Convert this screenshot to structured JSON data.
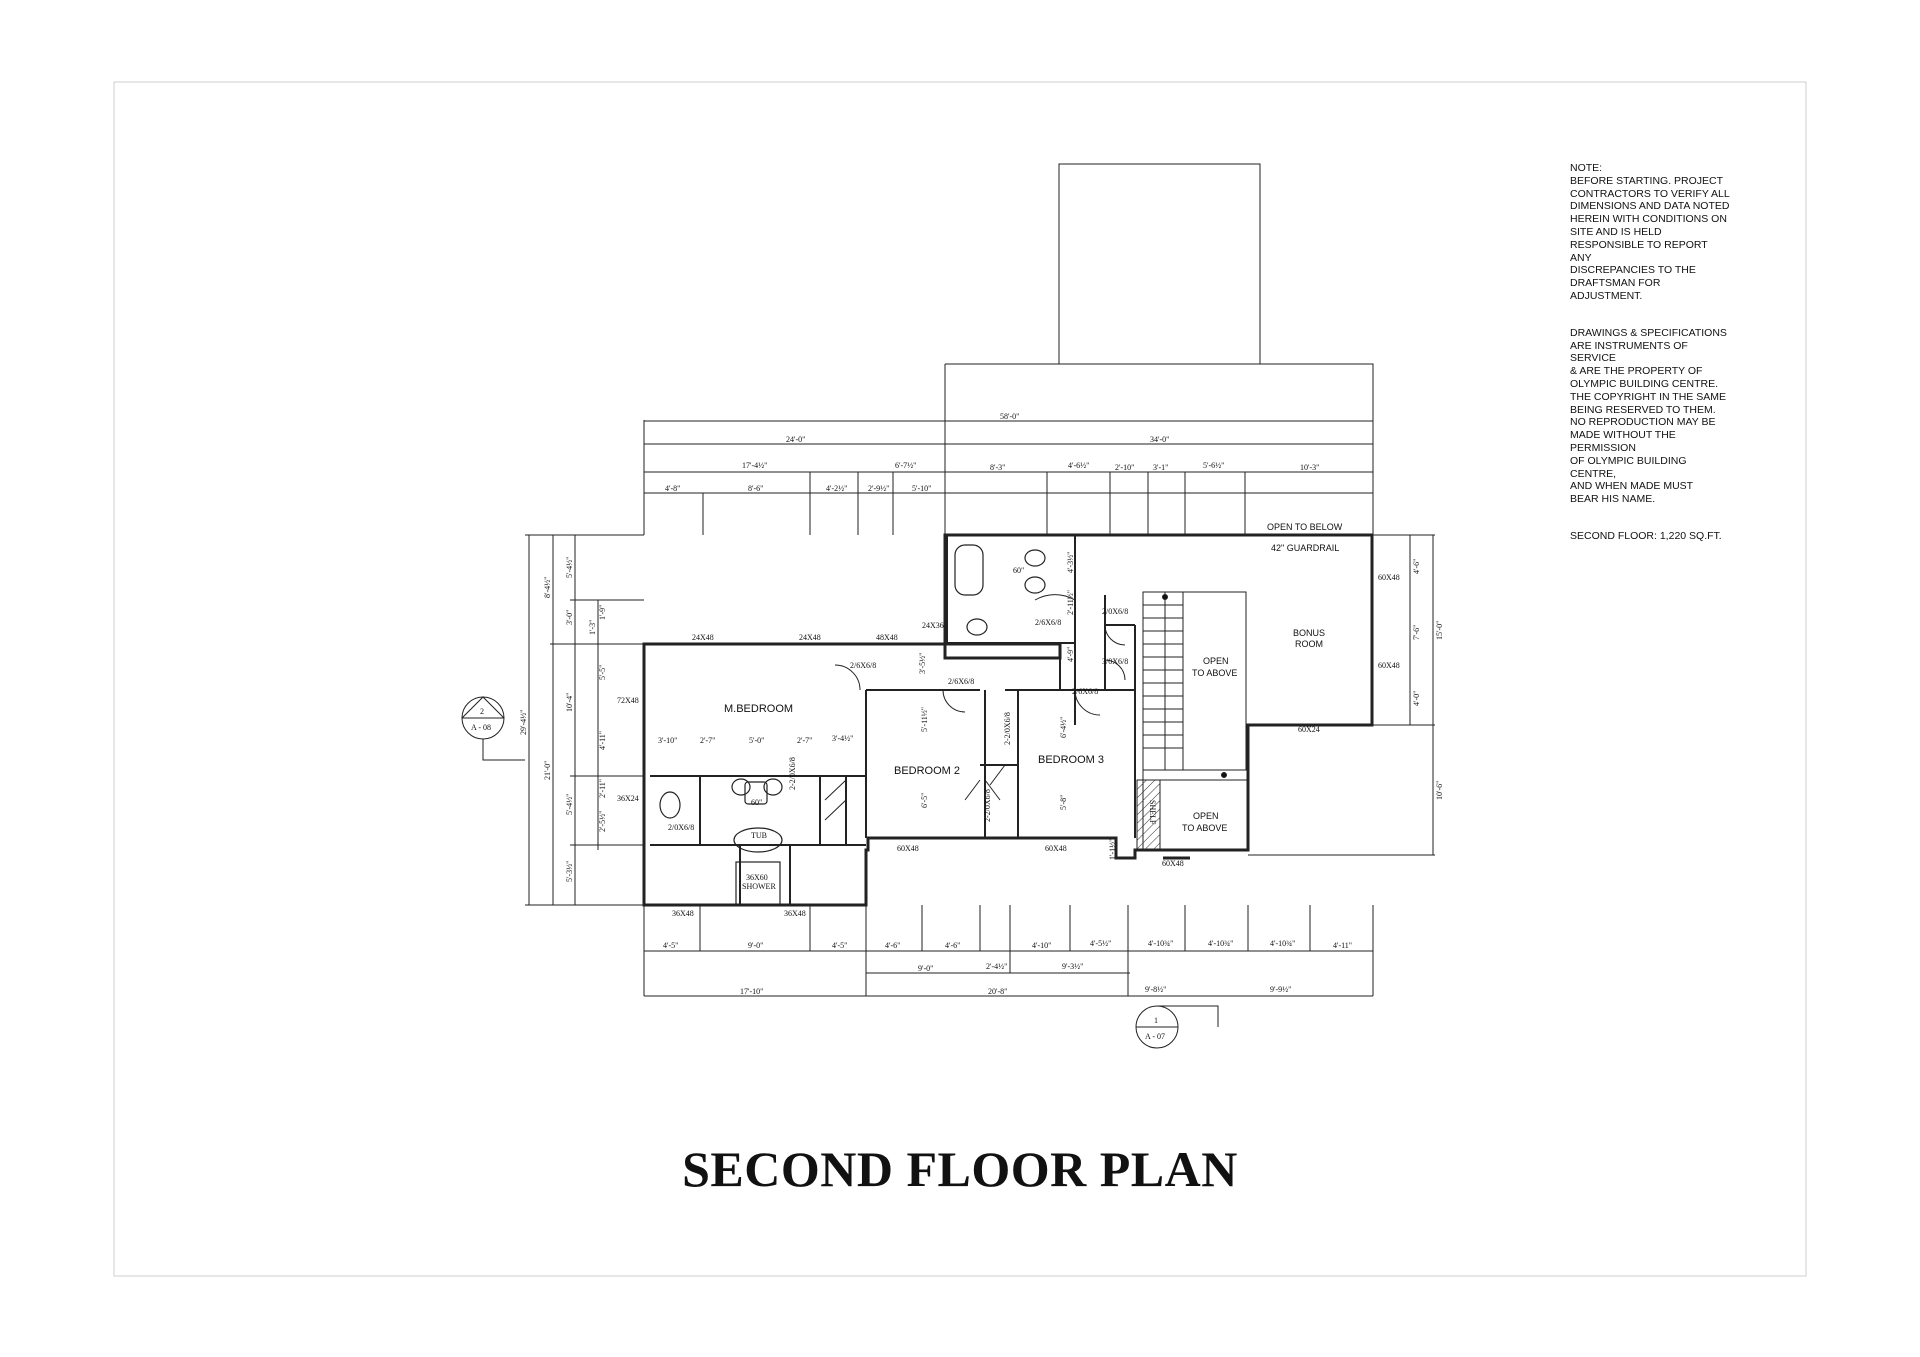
{
  "title": "SECOND FLOOR PLAN",
  "notes": {
    "note": "NOTE:\nBEFORE STARTING. PROJECT\nCONTRACTORS TO VERIFY ALL\nDIMENSIONS AND DATA NOTED\nHEREIN WITH CONDITIONS ON\nSITE AND IS HELD\nRESPONSIBLE TO REPORT\nANY\nDISCREPANCIES TO THE\nDRAFTSMAN FOR\nADJUSTMENT.",
    "copyright": "DRAWINGS & SPECIFICATIONS\nARE INSTRUMENTS OF\nSERVICE\n& ARE THE PROPERTY OF\nOLYMPIC BUILDING CENTRE.\nTHE COPYRIGHT IN THE SAME\nBEING RESERVED TO THEM.\nNO REPRODUCTION MAY BE\nMADE WITHOUT THE\nPERMISSION\nOF OLYMPIC BUILDING\nCENTRE,\nAND WHEN MADE MUST\nBEAR HIS NAME.",
    "area": "SECOND FLOOR: 1,220 SQ.FT."
  },
  "rooms": {
    "m_bedroom": "M.BEDROOM",
    "bedroom2": "BEDROOM 2",
    "bedroom3": "BEDROOM 3",
    "bonus_1": "BONUS",
    "bonus_2": "ROOM",
    "open1_1": "OPEN",
    "open1_2": "TO ABOVE",
    "open2_1": "OPEN",
    "open2_2": "TO ABOVE",
    "open_below": "OPEN TO BELOW",
    "guardrail": "42\" GUARDRAIL",
    "tub": "TUB",
    "shower_1": "36X60",
    "shower_2": "SHOWER",
    "shelf": "SHELF"
  },
  "labels": {
    "w24x48_a": "24X48",
    "w24x48_b": "24X48",
    "w48x48": "48X48",
    "w24x36": "24X36",
    "w72x48": "72X48",
    "w36x24": "36X24",
    "w36x48_a": "36X48",
    "w36x48_b": "36X48",
    "w60x48_a": "60X48",
    "w60x48_b": "60X48",
    "w60x48_c": "60X48",
    "w60x48_d": "60X48",
    "w60x48_e": "60X48",
    "w60x24": "60X24",
    "d266_a": "2/6X6/8",
    "d266_b": "2/6X6/8",
    "d266_c": "2/6X6/8",
    "d266_d": "2/6X6/8",
    "d206_a": "2/0X6/8",
    "d206_b": "2/0X6/8",
    "d306": "3/0X6/8",
    "d2206_a": "2-2/0X6/8",
    "d2206_b": "2-2/0X6/8",
    "d2206_c": "2-2/0X6/8",
    "v60_a": "60\"",
    "v60_b": "60\"",
    "sec2_num": "2",
    "sec2_ref": "A - 08",
    "sec1_num": "1",
    "sec1_ref": "A - 07"
  },
  "dims": {
    "top_total": "58'-0\"",
    "top_left": "24'-0\"",
    "top_right": "34'-0\"",
    "t_17": "17'-4½\"",
    "t_6": "6'-7½\"",
    "t_48": "4'-8\"",
    "t_86": "8'-6\"",
    "t_42": "4'-2½\"",
    "t_29": "2'-9½\"",
    "t_510": "5'-10\"",
    "t_83": "8'-3\"",
    "t_46": "4'-6½\"",
    "t_210": "2'-10\"",
    "t_31": "3'-1\"",
    "t_56": "5'-6½\"",
    "t_103": "10'-3\"",
    "b_45a": "4'-5\"",
    "b_90": "9'-0\"",
    "b_45b": "4'-5\"",
    "b_46a": "4'-6\"",
    "b_46b": "4'-6\"",
    "b_410": "4'-10\"",
    "b_45c": "4'-5½\"",
    "b_410a": "4'-10¾\"",
    "b_410b": "4'-10¾\"",
    "b_410c": "4'-10¾\"",
    "b_411": "4'-11\"",
    "b_90b": "9'-0\"",
    "b_24": "2'-4½\"",
    "b_93": "9'-3½\"",
    "b_1710": "17'-10\"",
    "b_208": "20'-8\"",
    "b_98a": "9'-8½\"",
    "b_98b": "9'-9½\"",
    "l_total": "29'-4½\"",
    "l_84": "8'-4½\"",
    "l_21": "21'-0\"",
    "l_54": "5'-4½\"",
    "l_30": "3'-0\"",
    "l_104": "10'-4\"",
    "l_54b": "5'-4½\"",
    "l_53": "5'-3½\"",
    "l_13": "1'-3\"",
    "l_19": "1'-9\"",
    "l_55": "5'-5\"",
    "l_411": "4'-11\"",
    "l_211": "2'-11\"",
    "l_25": "2'-5½\"",
    "r_150": "15'-0\"",
    "r_46": "4'-6\"",
    "r_76": "7'-6\"",
    "r_40": "4'-0\"",
    "r_106": "10'-6\"",
    "i_310": "3'-10\"",
    "i_27a": "2'-7\"",
    "i_50": "5'-0\"",
    "i_27b": "2'-7\"",
    "i_34": "3'-4½\"",
    "i_511": "5'-11½\"",
    "i_65": "6'-5\"",
    "i_64": "6'-4½\"",
    "i_58": "5'-8\"",
    "i_35": "3'-5½\"",
    "i_11": "1'-1½\"",
    "i_211": "2'-11½\"",
    "i_49": "4'-9\"",
    "i_43": "4'-3½\""
  }
}
